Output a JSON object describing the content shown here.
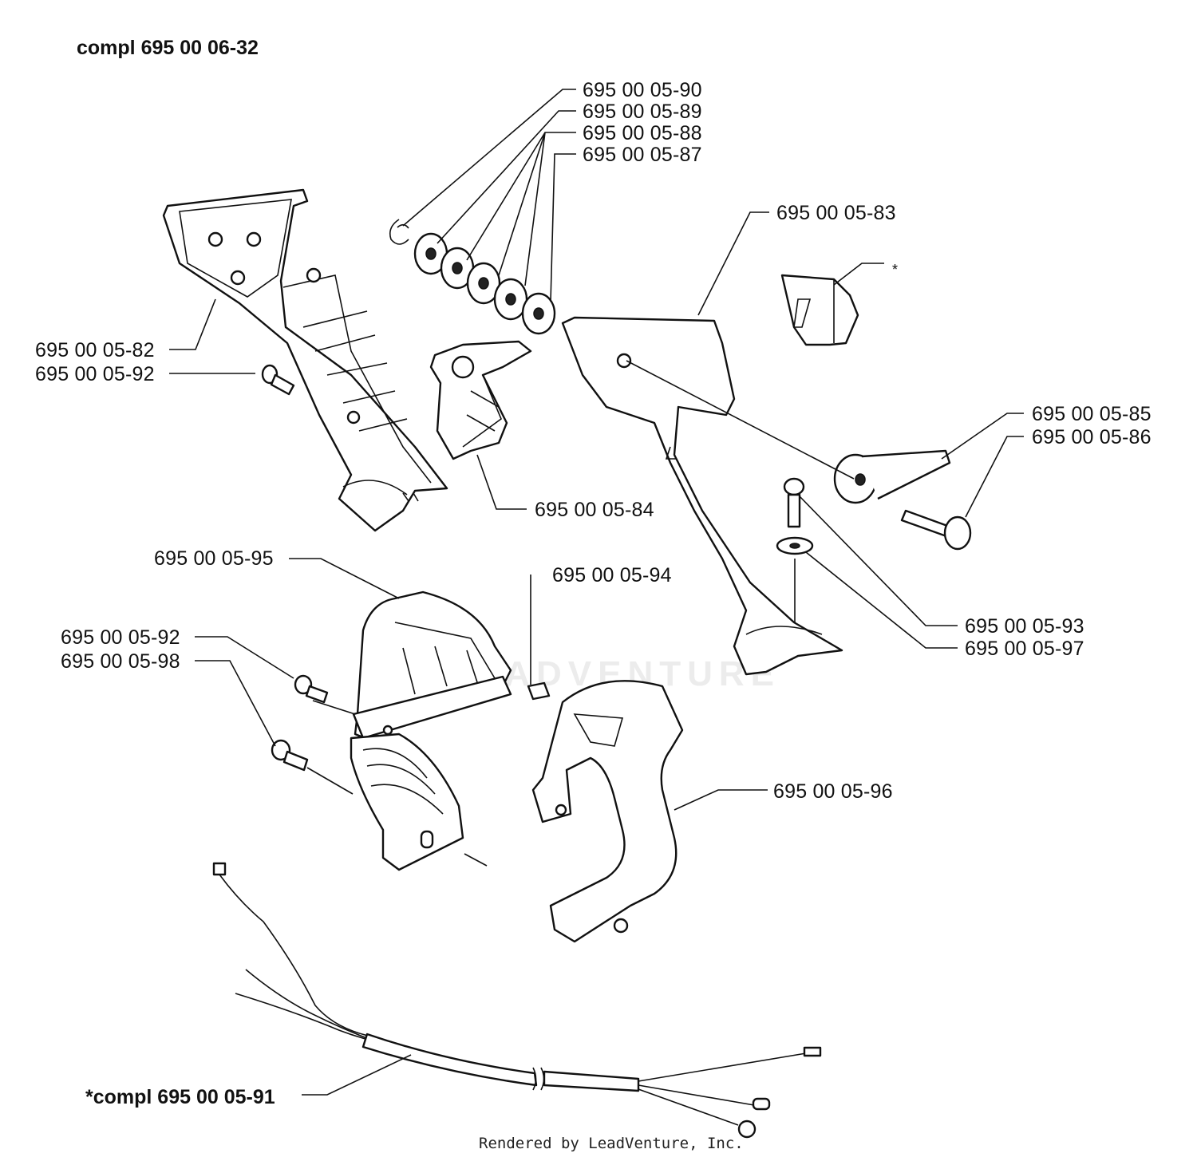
{
  "header": {
    "title": "compl 695 00 06-32"
  },
  "labels": {
    "p90": "695 00 05-90",
    "p89": "695 00 05-89",
    "p88": "695 00 05-88",
    "p87": "695 00 05-87",
    "p83": "695 00 05-83",
    "p82": "695 00 05-82",
    "p92a": "695 00 05-92",
    "p85": "695 00 05-85",
    "p86": "695 00 05-86",
    "p84": "695 00 05-84",
    "p95": "695 00 05-95",
    "p94": "695 00 05-94",
    "p92b": "695 00 05-92",
    "p98": "695 00 05-98",
    "p93": "695 00 05-93",
    "p97": "695 00 05-97",
    "p96": "695 00 05-96",
    "star": "*"
  },
  "wire": {
    "label": "*compl 695 00 05-91"
  },
  "footer": {
    "text": "Rendered by LeadVenture, Inc."
  },
  "watermark": {
    "text": "LEADVENTURE"
  }
}
